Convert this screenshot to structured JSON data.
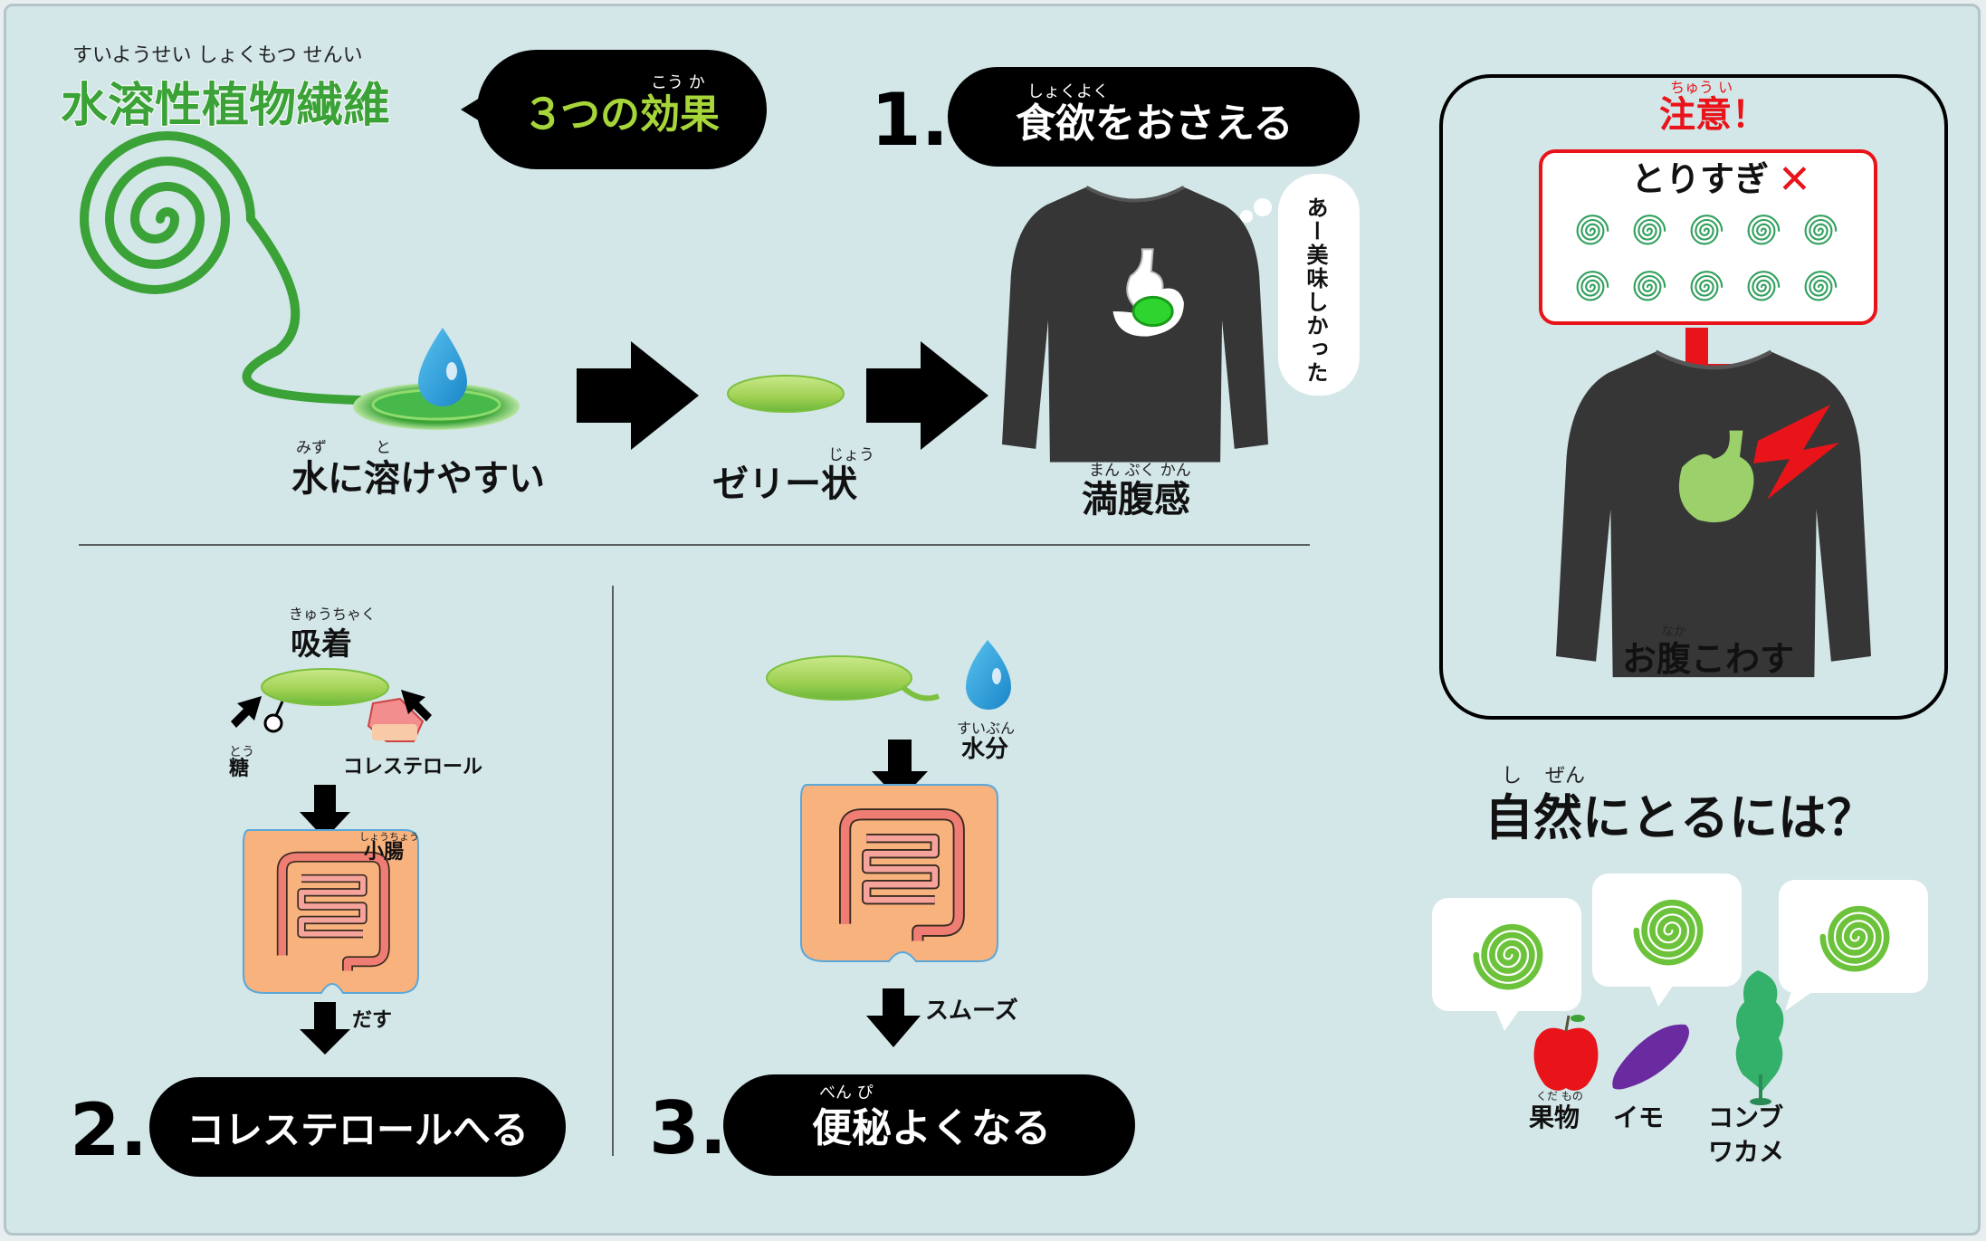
{
  "title": {
    "main": "水溶性植物繊維",
    "ruby": "すいようせい しょくもつ せんい",
    "color": "#3aa236"
  },
  "effects_badge": {
    "num": "３",
    "text": "つの効果",
    "ruby": "こう か"
  },
  "step1": {
    "number": "1.",
    "label": "食欲をおさえる",
    "label_ruby": "しょくよく",
    "dissolve": "水に溶けやすい",
    "dissolve_ruby_1": "みず",
    "dissolve_ruby_2": "と",
    "jelly": "ゼリー状",
    "jelly_ruby": "じょう",
    "fullness": "満腹感",
    "fullness_ruby": "まん ぷく かん",
    "thought": "あー美味しかった"
  },
  "step2": {
    "number": "2.",
    "label": "コレステロールへる",
    "absorb": "吸着",
    "absorb_ruby": "きゅうちゃく",
    "sugar": "糖",
    "sugar_ruby": "とう",
    "cholesterol": "コレステロール",
    "small_intestine": "小腸",
    "small_intestine_ruby": "しょうちょう",
    "out": "だす"
  },
  "step3": {
    "number": "3.",
    "label": "便秘よくなる",
    "label_ruby": "べん ぴ",
    "water": "水分",
    "water_ruby": "すいぶん",
    "smooth": "スムーズ"
  },
  "caution": {
    "title": "注意！",
    "title_ruby": "ちゅう い",
    "overeat": "とりすぎ",
    "cross": "✕",
    "stomach_upset": "お腹こわす",
    "stomach_upset_ruby": "なか",
    "accent_color": "#e8141a"
  },
  "natural": {
    "title": "自然にとるには？",
    "title_ruby_1": "し",
    "title_ruby_2": "ぜん",
    "fruit": "果物",
    "fruit_ruby": "くだ もの",
    "potato": "イモ",
    "seaweed_1": "コンブ",
    "seaweed_2": "ワカメ"
  },
  "colors": {
    "background": "#d3e6e8",
    "fiber_green": "#3aa236",
    "jelly_green": "#a9d65a",
    "water_blue": "#2e9fdc",
    "intestine_orange": "#f8b27e",
    "shirt": "#363636"
  }
}
